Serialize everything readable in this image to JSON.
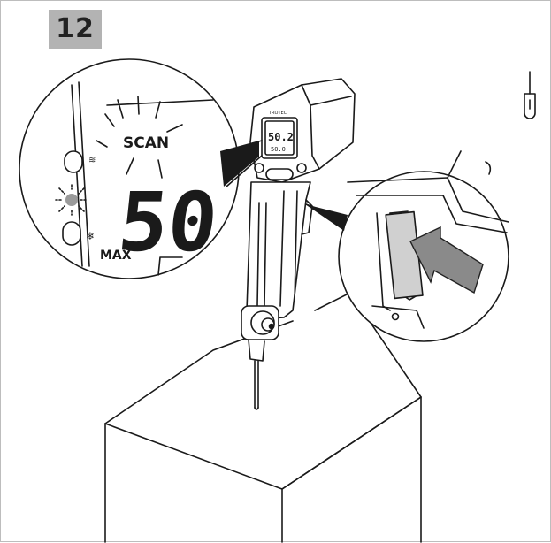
{
  "figure": {
    "step_number": "12",
    "probe_icon": "probe-sensor-icon",
    "device": {
      "brand": "TROTEC",
      "screen_reading": "50.2",
      "screen_sub": "50.0"
    },
    "zoom_display": {
      "mode_label": "SCAN",
      "reading_digits": "50",
      "max_label": "MAX",
      "icons": [
        "heat-icon",
        "flash-indicator-icon",
        "snowflake-icon"
      ]
    },
    "zoom_trigger": {
      "icon": "push-arrow-icon"
    },
    "colors": {
      "line": "#1a1a1a",
      "badge": "#b3b3b3",
      "arrow": "#808080",
      "frame": "#bdbdbd"
    }
  }
}
